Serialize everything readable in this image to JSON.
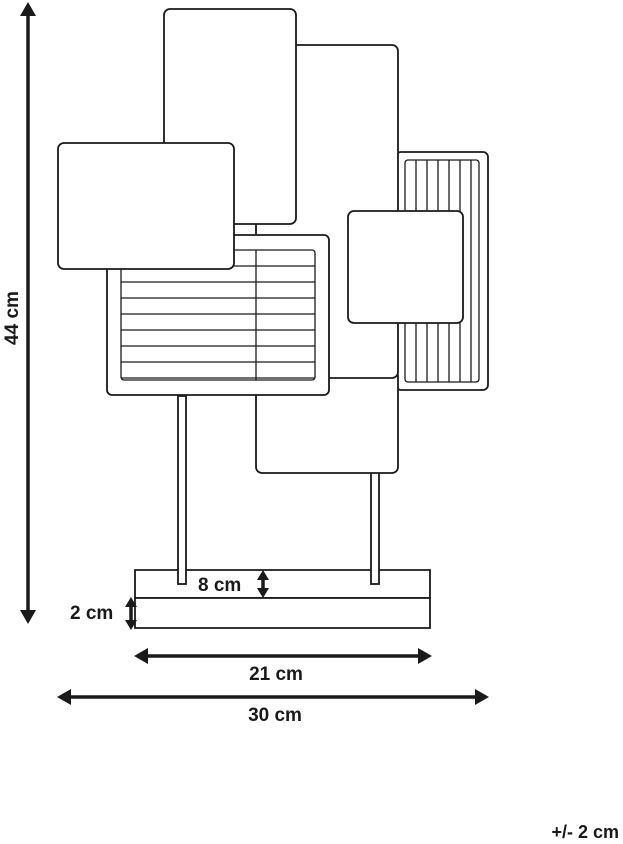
{
  "dimensions": {
    "height": "44 cm",
    "base_height": "2 cm",
    "stand_height": "8 cm",
    "base_width": "21 cm",
    "total_width": "30 cm",
    "tolerance": "+/- 2 cm"
  }
}
